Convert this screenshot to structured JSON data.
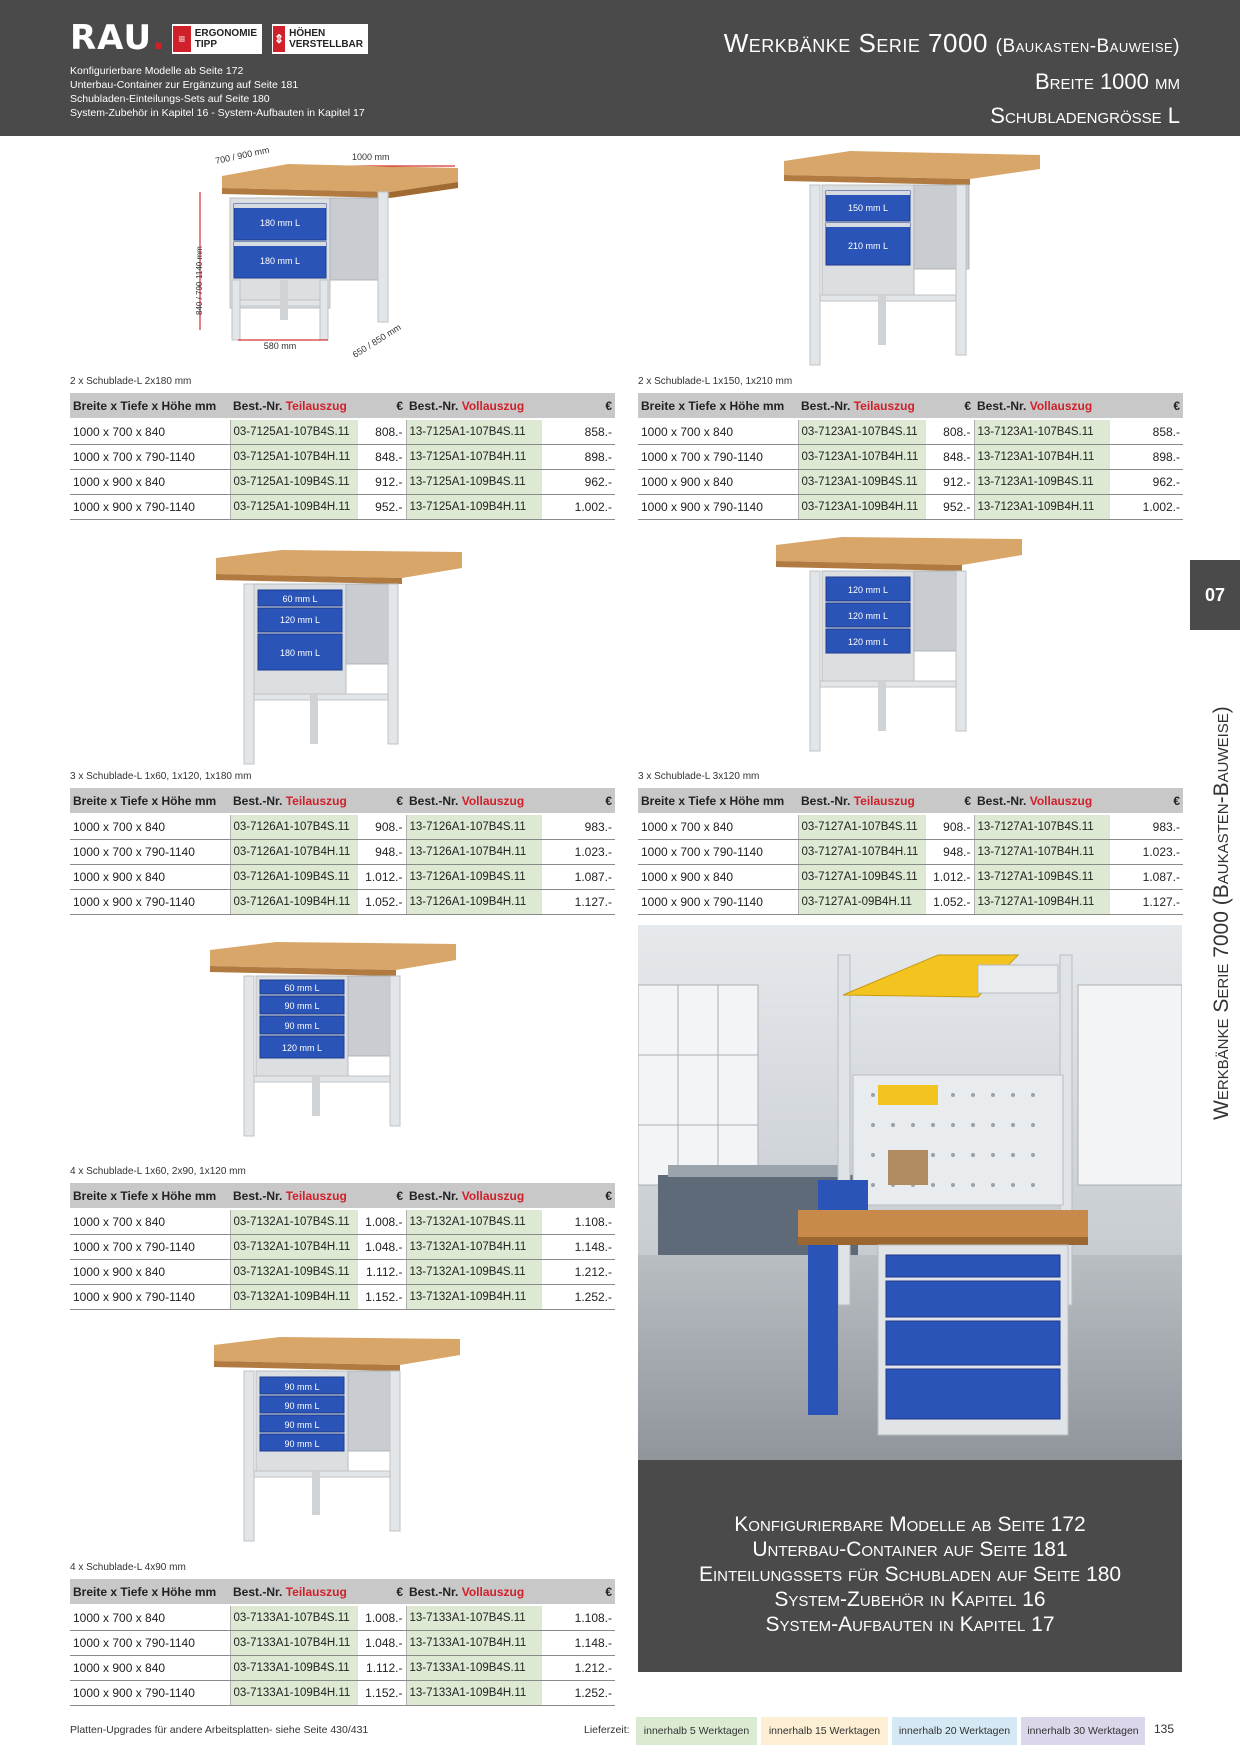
{
  "header": {
    "logo": "RAU",
    "logo_dot": ".",
    "badge1": {
      "line1": "ERGONOMIE",
      "line2": "TIPP"
    },
    "badge2": {
      "line1": "HÖHEN",
      "line2": "VERSTELLBAR"
    },
    "info": [
      "Konfigurierbare Modelle ab Seite 172",
      "Unterbau-Container zur Ergänzung auf Seite 181",
      "Schubladen-Einteilungs-Sets auf Seite 180",
      "System-Zubehör in Kapitel 16 - System-Aufbauten in Kapitel 17"
    ],
    "title_main": "Werkbänke Serie 7000",
    "title_sub": "(Baukasten-Bauweise)",
    "title_line2": "Breite 1000 mm",
    "title_line3": "Schubladengrösse L"
  },
  "side": {
    "tab": "07",
    "title": "Werkbänke Serie 7000 (Baukasten-Bauweise)"
  },
  "dims": {
    "depth": "700 / 900 mm",
    "width": "1000 mm",
    "height": "840 / 790-1140 mm",
    "inner_w": "580 mm",
    "inner_d": "650 / 850 mm"
  },
  "table_header": {
    "col1": "Breite x Tiefe x Höhe mm",
    "bestnr": "Best.-Nr.",
    "teil": "Teilauszug",
    "eur": "€",
    "voll": "Vollauszug"
  },
  "products": [
    {
      "caption": "2 x Schublade-L 2x180 mm",
      "drawers": [
        "180 mm L",
        "180 mm L"
      ],
      "rows": [
        {
          "size": "1000 x 700 x 840",
          "art1": "03-7125A1-107B4S.11",
          "p1": "808.-",
          "art2": "13-7125A1-107B4S.11",
          "p2": "858.-"
        },
        {
          "size": "1000 x 700 x 790-1140",
          "art1": "03-7125A1-107B4H.11",
          "p1": "848.-",
          "art2": "13-7125A1-107B4H.11",
          "p2": "898.-"
        },
        {
          "size": "1000 x 900 x 840",
          "art1": "03-7125A1-109B4S.11",
          "p1": "912.-",
          "art2": "13-7125A1-109B4S.11",
          "p2": "962.-"
        },
        {
          "size": "1000 x 900 x 790-1140",
          "art1": "03-7125A1-109B4H.11",
          "p1": "952.-",
          "art2": "13-7125A1-109B4H.11",
          "p2": "1.002.-"
        }
      ]
    },
    {
      "caption": "2 x Schublade-L 1x150, 1x210 mm",
      "drawers": [
        "150 mm L",
        "210 mm L"
      ],
      "rows": [
        {
          "size": "1000 x 700 x 840",
          "art1": "03-7123A1-107B4S.11",
          "p1": "808.-",
          "art2": "13-7123A1-107B4S.11",
          "p2": "858.-"
        },
        {
          "size": "1000 x 700 x 790-1140",
          "art1": "03-7123A1-107B4H.11",
          "p1": "848.-",
          "art2": "13-7123A1-107B4H.11",
          "p2": "898.-"
        },
        {
          "size": "1000 x 900 x 840",
          "art1": "03-7123A1-109B4S.11",
          "p1": "912.-",
          "art2": "13-7123A1-109B4S.11",
          "p2": "962.-"
        },
        {
          "size": "1000 x 900 x 790-1140",
          "art1": "03-7123A1-109B4H.11",
          "p1": "952.-",
          "art2": "13-7123A1-109B4H.11",
          "p2": "1.002.-"
        }
      ]
    },
    {
      "caption": "3 x Schublade-L 1x60, 1x120, 1x180 mm",
      "drawers": [
        "60 mm L",
        "120 mm L",
        "180 mm L"
      ],
      "rows": [
        {
          "size": "1000 x 700 x 840",
          "art1": "03-7126A1-107B4S.11",
          "p1": "908.-",
          "art2": "13-7126A1-107B4S.11",
          "p2": "983.-"
        },
        {
          "size": "1000 x 700 x 790-1140",
          "art1": "03-7126A1-107B4H.11",
          "p1": "948.-",
          "art2": "13-7126A1-107B4H.11",
          "p2": "1.023.-"
        },
        {
          "size": "1000 x 900 x 840",
          "art1": "03-7126A1-109B4S.11",
          "p1": "1.012.-",
          "art2": "13-7126A1-109B4S.11",
          "p2": "1.087.-"
        },
        {
          "size": "1000 x 900 x 790-1140",
          "art1": "03-7126A1-109B4H.11",
          "p1": "1.052.-",
          "art2": "13-7126A1-109B4H.11",
          "p2": "1.127.-"
        }
      ]
    },
    {
      "caption": "3 x Schublade-L 3x120 mm",
      "drawers": [
        "120 mm L",
        "120 mm L",
        "120 mm L"
      ],
      "rows": [
        {
          "size": "1000 x 700 x 840",
          "art1": "03-7127A1-107B4S.11",
          "p1": "908.-",
          "art2": "13-7127A1-107B4S.11",
          "p2": "983.-"
        },
        {
          "size": "1000 x 700 x 790-1140",
          "art1": "03-7127A1-107B4H.11",
          "p1": "948.-",
          "art2": "13-7127A1-107B4H.11",
          "p2": "1.023.-"
        },
        {
          "size": "1000 x 900 x 840",
          "art1": "03-7127A1-109B4S.11",
          "p1": "1.012.-",
          "art2": "13-7127A1-109B4S.11",
          "p2": "1.087.-"
        },
        {
          "size": "1000 x 900 x 790-1140",
          "art1": "03-7127A1-09B4H.11",
          "p1": "1.052.-",
          "art2": "13-7127A1-109B4H.11",
          "p2": "1.127.-"
        }
      ]
    },
    {
      "caption": "4 x Schublade-L 1x60, 2x90, 1x120 mm",
      "drawers": [
        "60 mm L",
        "90 mm L",
        "90 mm L",
        "120 mm L"
      ],
      "rows": [
        {
          "size": "1000 x 700 x 840",
          "art1": "03-7132A1-107B4S.11",
          "p1": "1.008.-",
          "art2": "13-7132A1-107B4S.11",
          "p2": "1.108.-"
        },
        {
          "size": "1000 x 700 x 790-1140",
          "art1": "03-7132A1-107B4H.11",
          "p1": "1.048.-",
          "art2": "13-7132A1-107B4H.11",
          "p2": "1.148.-"
        },
        {
          "size": "1000 x 900 x 840",
          "art1": "03-7132A1-109B4S.11",
          "p1": "1.112.-",
          "art2": "13-7132A1-109B4S.11",
          "p2": "1.212.-"
        },
        {
          "size": "1000 x 900 x 790-1140",
          "art1": "03-7132A1-109B4H.11",
          "p1": "1.152.-",
          "art2": "13-7132A1-109B4H.11",
          "p2": "1.252.-"
        }
      ]
    },
    {
      "caption": "4 x Schublade-L 4x90 mm",
      "drawers": [
        "90 mm L",
        "90 mm L",
        "90 mm L",
        "90 mm L"
      ],
      "rows": [
        {
          "size": "1000 x 700 x 840",
          "art1": "03-7133A1-107B4S.11",
          "p1": "1.008.-",
          "art2": "13-7133A1-107B4S.11",
          "p2": "1.108.-"
        },
        {
          "size": "1000 x 700 x 790-1140",
          "art1": "03-7133A1-107B4H.11",
          "p1": "1.048.-",
          "art2": "13-7133A1-107B4H.11",
          "p2": "1.148.-"
        },
        {
          "size": "1000 x 900 x 840",
          "art1": "03-7133A1-109B4S.11",
          "p1": "1.112.-",
          "art2": "13-7133A1-109B4S.11",
          "p2": "1.212.-"
        },
        {
          "size": "1000 x 900 x 790-1140",
          "art1": "03-7133A1-109B4H.11",
          "p1": "1.152.-",
          "art2": "13-7133A1-109B4H.11",
          "p2": "1.252.-"
        }
      ]
    }
  ],
  "infobox": [
    "Konfigurierbare Modelle ab Seite 172",
    "Unterbau-Container auf Seite 181",
    "Einteilungssets für Schubladen auf Seite 180",
    "System-Zubehör in Kapitel 16",
    "System-Aufbauten in Kapitel 17"
  ],
  "footer": {
    "left": "Platten-Upgrades für andere Arbeitsplatten- siehe Seite 430/431",
    "lieferzeit": "Lieferzeit:",
    "badges": [
      "innerhalb 5 Werktagen",
      "innerhalb 15 Werktagen",
      "innerhalb 20 Werktagen",
      "innerhalb 30 Werktagen"
    ],
    "page": "135"
  },
  "colors": {
    "header": "#4a4a4a",
    "drawer": "#2b54b8",
    "wood": "#d9a66a",
    "frame": "#dcdfe2",
    "accent_red": "#d0202a",
    "green_cell": "#dde9d3"
  }
}
